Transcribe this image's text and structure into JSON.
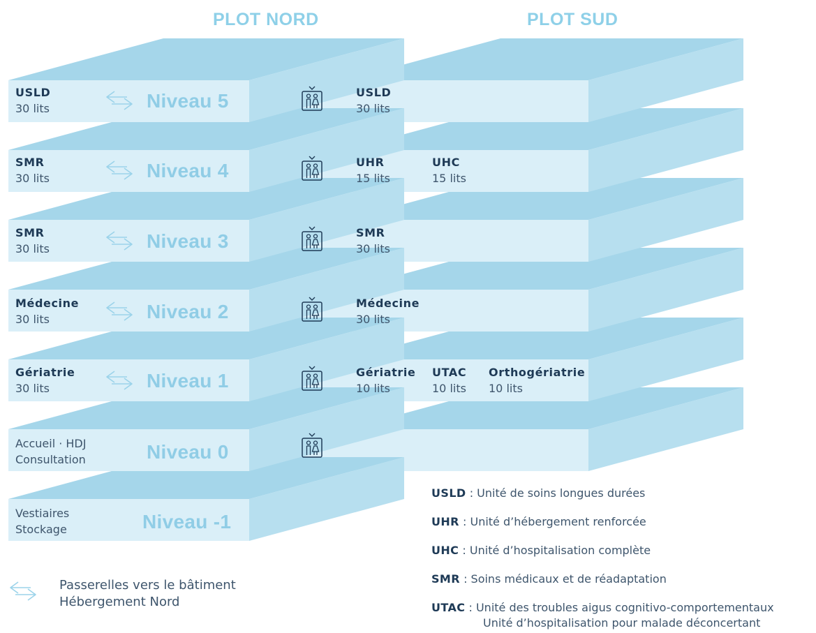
{
  "titles": {
    "nord": "PLOT NORD",
    "sud": "PLOT SUD"
  },
  "levels": [
    {
      "label": "Niveau 5",
      "nord": {
        "name": "USLD",
        "beds": "30 lits"
      },
      "sud": [
        {
          "name": "USLD",
          "beds": "30 lits"
        }
      ]
    },
    {
      "label": "Niveau 4",
      "nord": {
        "name": "SMR",
        "beds": "30 lits"
      },
      "sud": [
        {
          "name": "UHR",
          "beds": "15 lits"
        },
        {
          "name": "UHC",
          "beds": "15 lits"
        }
      ]
    },
    {
      "label": "Niveau 3",
      "nord": {
        "name": "SMR",
        "beds": "30 lits"
      },
      "sud": [
        {
          "name": "SMR",
          "beds": "30 lits"
        }
      ]
    },
    {
      "label": "Niveau 2",
      "nord": {
        "name": "Médecine",
        "beds": "30 lits"
      },
      "sud": [
        {
          "name": "Médecine",
          "beds": "30 lits"
        }
      ]
    },
    {
      "label": "Niveau 1",
      "nord": {
        "name": "Gériatrie",
        "beds": "30 lits"
      },
      "sud": [
        {
          "name": "Gériatrie",
          "beds": "10 lits"
        },
        {
          "name": "UTAC",
          "beds": "10 lits"
        },
        {
          "name": "Orthogériatrie",
          "beds": "10 lits"
        }
      ]
    },
    {
      "label": "Niveau 0",
      "nord_plain": [
        "Accueil · HDJ",
        "Consultation"
      ]
    },
    {
      "label": "Niveau -1",
      "nord_plain": [
        "Vestiaires",
        "Stockage"
      ]
    }
  ],
  "legend": [
    {
      "abbr": "USLD",
      "text": ": Unité de soins longues durées"
    },
    {
      "abbr": "UHR",
      "text": ": Unité d’hébergement renforcée"
    },
    {
      "abbr": "UHC",
      "text": ": Unité d’hospitalisation complète"
    },
    {
      "abbr": "SMR",
      "text": ": Soins médicaux et de réadaptation"
    },
    {
      "abbr": "UTAC",
      "text": ": Unité des troubles aigus cognitivo-comportementaux",
      "extra": "Unité d’hospitalisation pour malade déconcertant"
    }
  ],
  "passerelle": {
    "line1": "Passerelles vers le bâtiment",
    "line2": "Hébergement Nord"
  },
  "colors": {
    "top": "#a5d6ea",
    "front": "#daeff8",
    "side": "#b7dfef",
    "dark_text": "#1e3a56",
    "level_text": "#90cde6"
  }
}
